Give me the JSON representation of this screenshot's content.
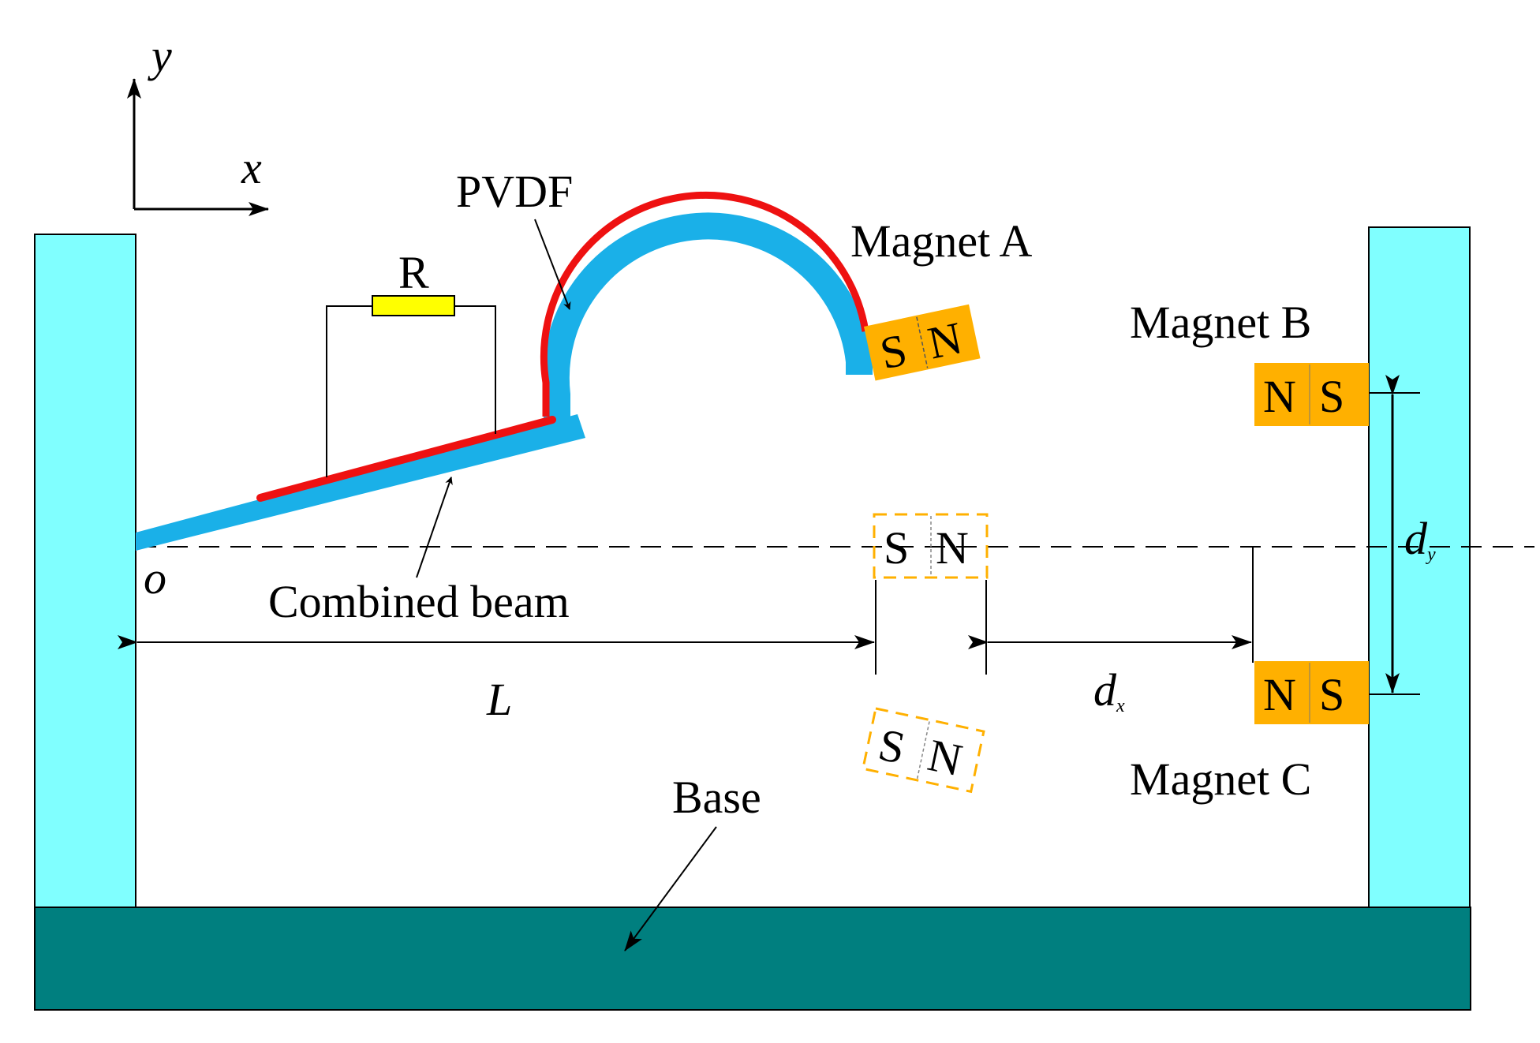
{
  "labels": {
    "axis_y": "y",
    "axis_x": "x",
    "origin": "o",
    "pvdf": "PVDF",
    "resistor": "R",
    "combined_beam": "Combined beam",
    "magnet_a": "Magnet A",
    "magnet_b": "Magnet B",
    "magnet_c": "Magnet C",
    "base": "Base",
    "dim_L": "L",
    "dim_dx": "d",
    "dim_dx_sub": "x",
    "dim_dy": "d",
    "dim_dy_sub": "y"
  },
  "poles": {
    "magnet_a": [
      "S",
      "N"
    ],
    "magnet_b": [
      "N",
      "S"
    ],
    "magnet_c": [
      "N",
      "S"
    ],
    "ghost_mid": [
      "S",
      "N"
    ],
    "ghost_low": [
      "S",
      "N"
    ]
  },
  "colors": {
    "frame": "#80FFFF",
    "base": "#007F7F",
    "beam": "#1AB0E8",
    "pvdf": "#EE1111",
    "magnet": "#FFB000",
    "resistor": "#FFFF00"
  }
}
